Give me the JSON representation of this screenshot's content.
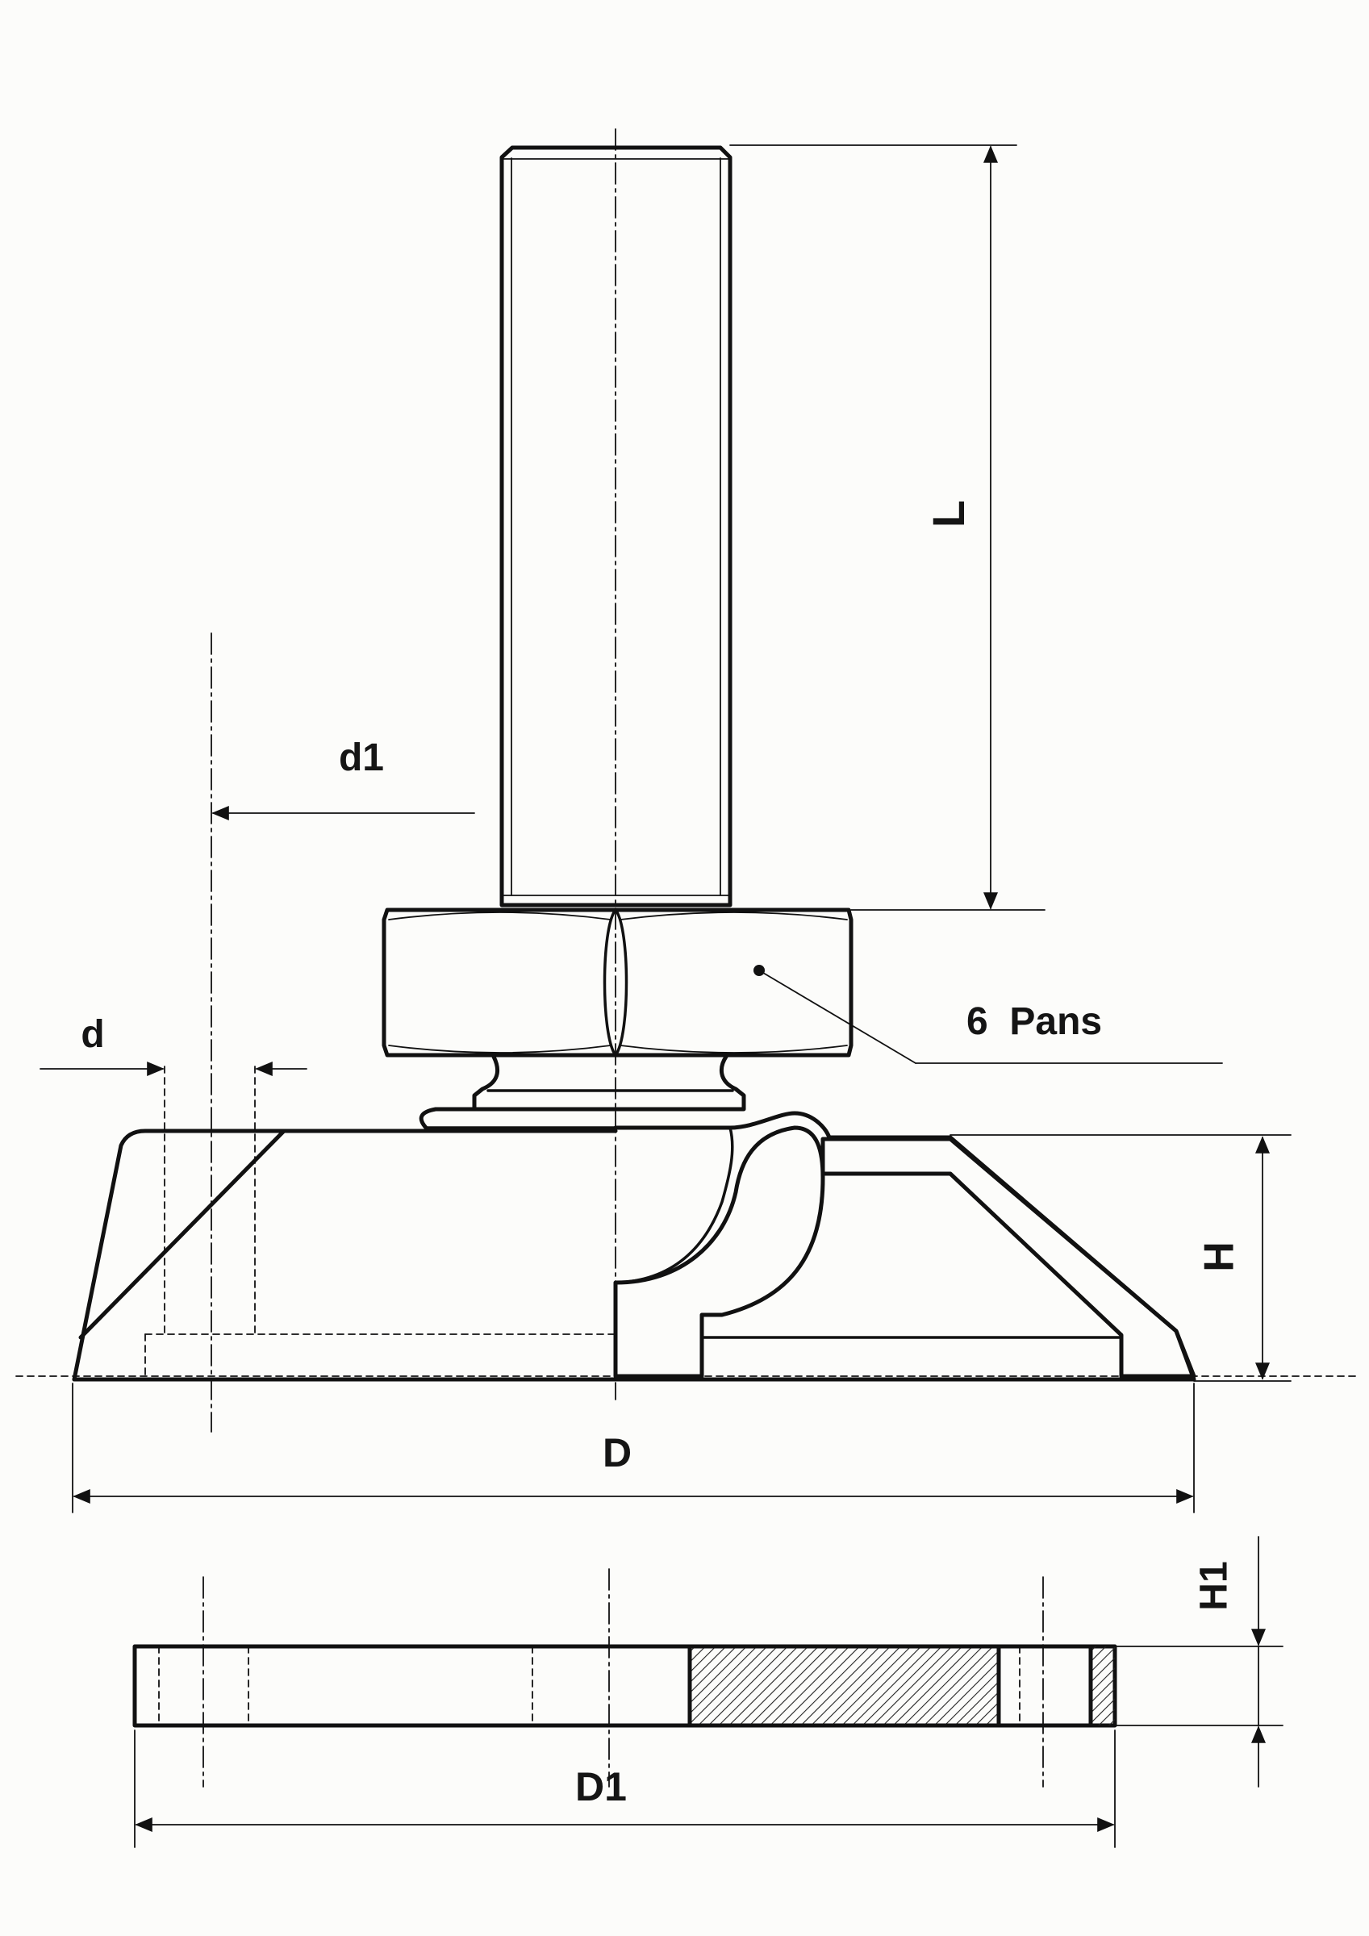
{
  "labels": {
    "L": "L",
    "d1": "d1",
    "d": "d",
    "pans": "6  Pans",
    "H": "H",
    "D": "D",
    "H1": "H1",
    "D1": "D1"
  },
  "colors": {
    "line": "#111111",
    "paper": "#fcfcfa"
  }
}
